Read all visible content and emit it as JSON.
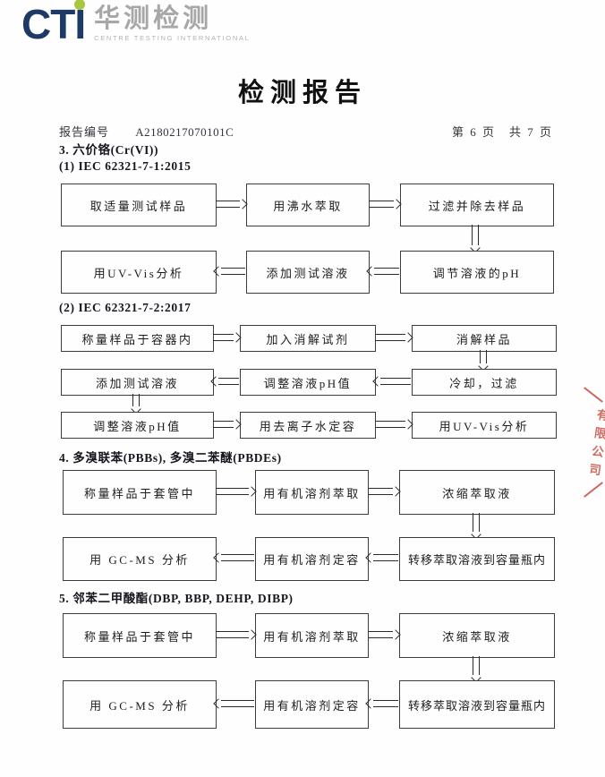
{
  "logo": {
    "acronym": "CTI",
    "cn_name": "华测检测",
    "en_name": "CENTRE TESTING INTERNATIONAL"
  },
  "colors": {
    "logo_navy": "#1d3a66",
    "logo_gray": "#a7a7a7",
    "logo_green": "#a8c63e",
    "stamp_red": "#c44a3d",
    "line": "#2b2b2b"
  },
  "title": "检测报告",
  "meta": {
    "report_no_label": "报告编号",
    "report_no": "A2180217070101C",
    "page_label": "第 6 页　共 7 页"
  },
  "sections": {
    "s3": {
      "heading": "3. 六价铬(Cr(VI))",
      "sub1": {
        "heading": "(1) IEC 62321-7-1:2015",
        "row1": [
          "取适量测试样品",
          "用沸水萃取",
          "过滤并除去样品"
        ],
        "row2": [
          "用UV-Vis分析",
          "添加测试溶液",
          "调节溶液的pH"
        ]
      },
      "sub2": {
        "heading": "(2) IEC 62321-7-2:2017",
        "row1": [
          "称量样品于容器内",
          "加入消解试剂",
          "消解样品"
        ],
        "row2": [
          "添加测试溶液",
          "调整溶液pH值",
          "冷却，过滤"
        ],
        "row3": [
          "调整溶液pH值",
          "用去离子水定容",
          "用UV-Vis分析"
        ]
      }
    },
    "s4": {
      "heading": "4. 多溴联苯(PBBs), 多溴二苯醚(PBDEs)",
      "row1": [
        "称量样品于套管中",
        "用有机溶剂萃取",
        "浓缩萃取液"
      ],
      "row2": [
        "用 GC-MS 分析",
        "用有机溶剂定容",
        "转移萃取溶液到容量瓶内"
      ]
    },
    "s5": {
      "heading": "5. 邻苯二甲酸酯(DBP, BBP, DEHP, DIBP)",
      "row1": [
        "称量样品于套管中",
        "用有机溶剂萃取",
        "浓缩萃取液"
      ],
      "row2": [
        "用 GC-MS 分析",
        "用有机溶剂定容",
        "转移萃取溶液到容量瓶内"
      ]
    }
  },
  "stamp": {
    "partial_text": "有限公司"
  }
}
